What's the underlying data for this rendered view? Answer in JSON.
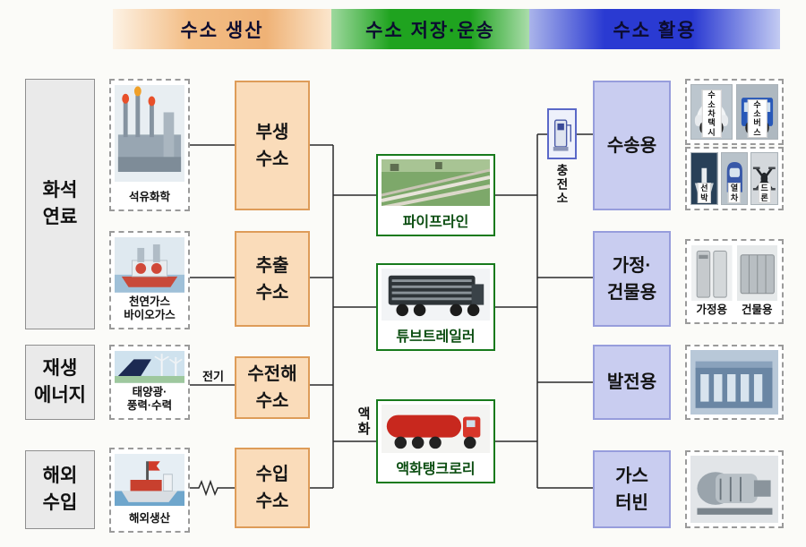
{
  "headers": {
    "production": "수소 생산",
    "storage_transport": "수소 저장·운송",
    "utilization": "수소 활용"
  },
  "source_groups": {
    "fossil": "화석\n연료",
    "renewable": "재생\n에너지",
    "overseas": "해외\n수입"
  },
  "feedstocks": {
    "petrochemical": "석유화학",
    "natural_biogas": "천연가스\n바이오가스",
    "solar_wind_hydro": "태양광·\n풍력·수력",
    "overseas_production": "해외생산"
  },
  "hydrogen_types": {
    "byproduct": "부생\n수소",
    "extracted": "추출\n수소",
    "electrolysis": "수전해\n수소",
    "imported": "수입\n수소"
  },
  "labels": {
    "electricity": "전기",
    "liquefaction": "액화",
    "station": "충전소"
  },
  "storage_methods": {
    "pipeline": "파이프라인",
    "tube_trailer": "튜브트레일러",
    "tank_lorry": "액화탱크로리"
  },
  "uses": {
    "transport": "수송용",
    "home_building": "가정·\n건물용",
    "power": "발전용",
    "gas_turbine": "가스\n터빈"
  },
  "examples": {
    "hydrogen_taxi": "수소차\n택시",
    "hydrogen_bus": "수소\n버스",
    "ship": "선박",
    "train": "열차",
    "drone": "드론",
    "home": "가정용",
    "building": "건물용"
  },
  "colors": {
    "production_accent": "#efb276",
    "storage_accent": "#1fa31f",
    "utilization_accent": "#2a3ad2",
    "production_box_fill": "#fadcba",
    "utilization_box_fill": "#c9cdf0"
  }
}
